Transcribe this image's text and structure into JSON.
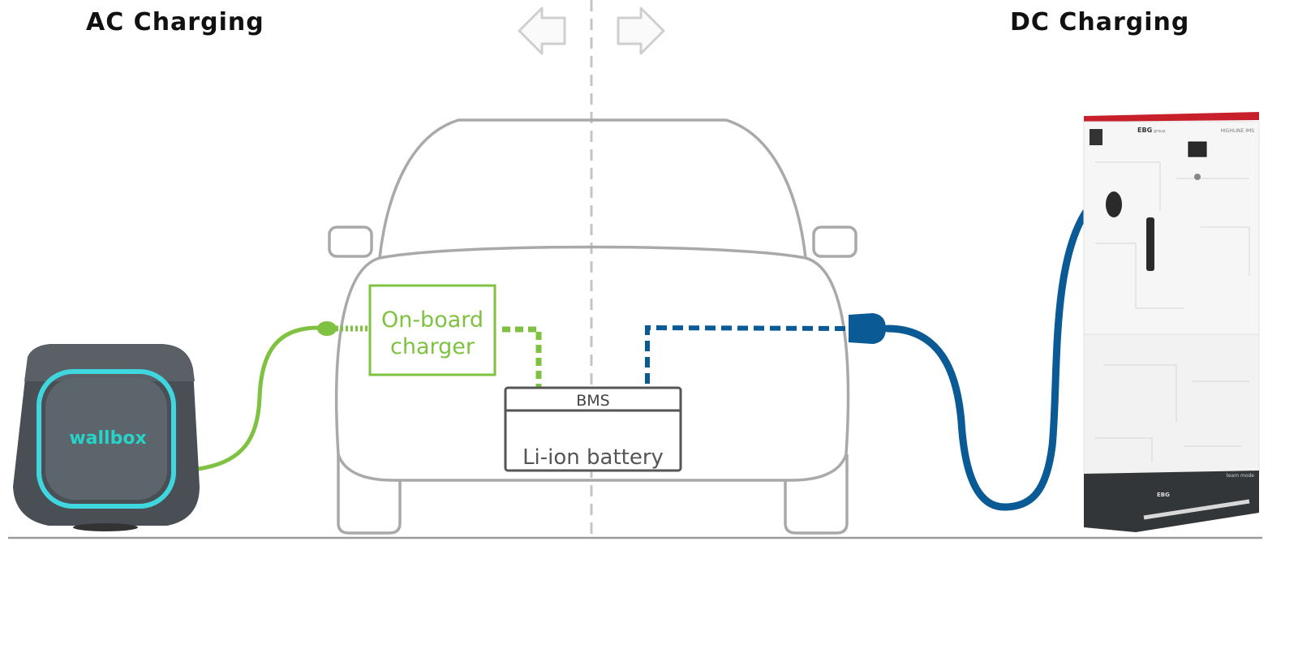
{
  "titles": {
    "ac": "AC Charging",
    "dc": "DC Charging"
  },
  "onboard_charger": {
    "line1": "On-board",
    "line2": "charger"
  },
  "battery": {
    "bms_label": "BMS",
    "label": "Li-ion battery"
  },
  "wallbox": {
    "brand": "wallbox"
  },
  "dc_station": {
    "brand": "EBG",
    "brand_suffix": "group",
    "model": "HIGHLINE IMS",
    "footer_text": "team mode"
  },
  "colors": {
    "ac_green": "#7fc241",
    "dc_blue": "#0a5a96",
    "car_outline": "#a9a9a9",
    "battery_outline": "#555555",
    "station_red": "#c8202a",
    "wallbox_glow": "#3fd6e0"
  },
  "icons": {
    "left_arrow": "left-arrow-icon",
    "right_arrow": "right-arrow-icon"
  }
}
